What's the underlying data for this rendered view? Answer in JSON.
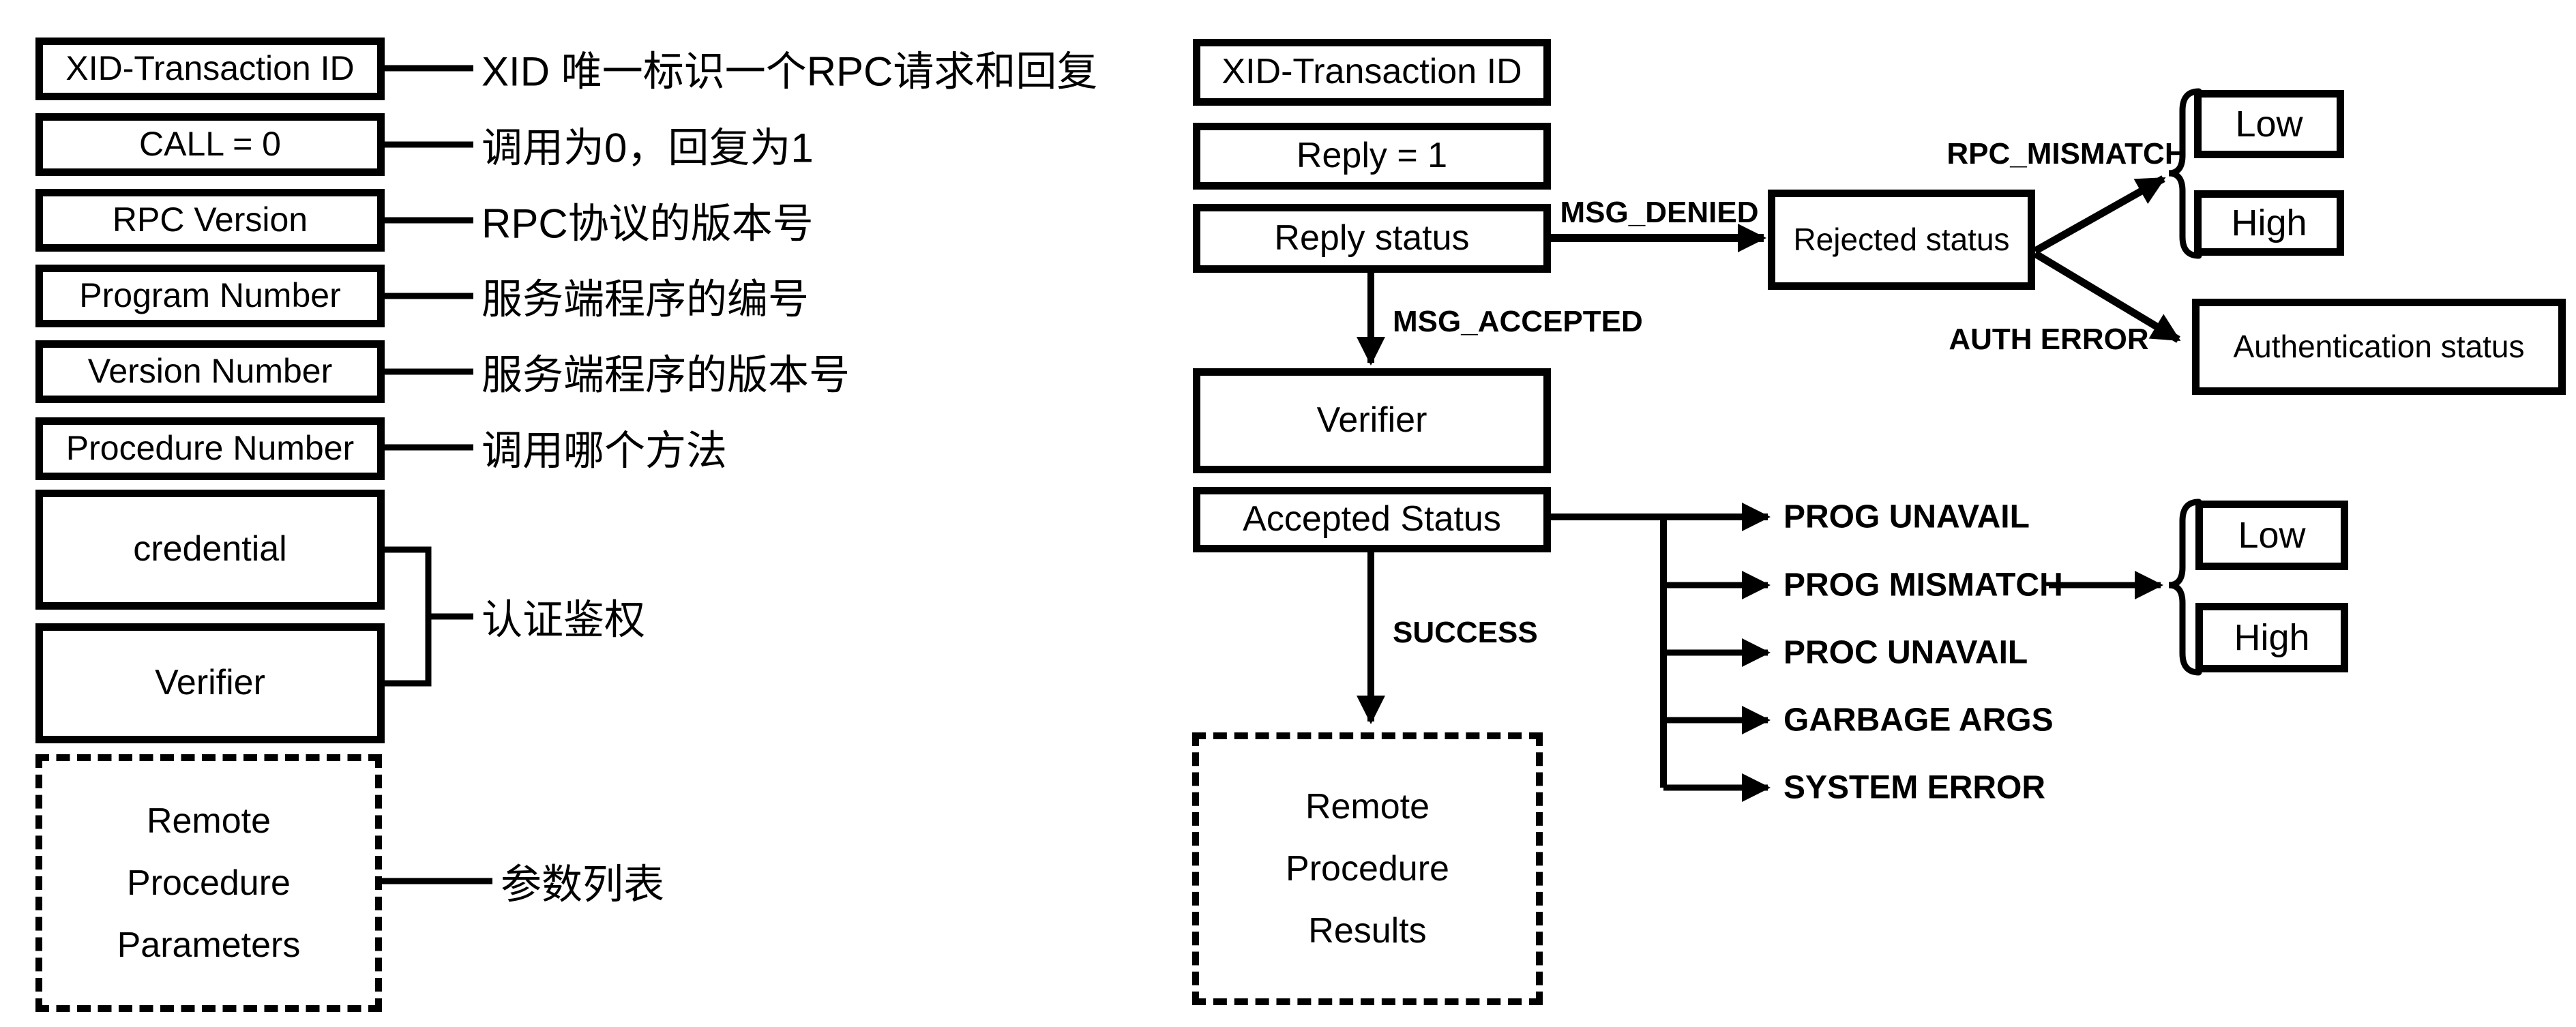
{
  "call_message": {
    "fields": [
      {
        "label": "XID-Transaction ID",
        "annotation": "XID 唯一标识一个RPC请求和回复"
      },
      {
        "label": "CALL = 0",
        "annotation": "调用为0，回复为1"
      },
      {
        "label": "RPC Version",
        "annotation": "RPC协议的版本号"
      },
      {
        "label": "Program Number",
        "annotation": "服务端程序的编号"
      },
      {
        "label": "Version Number",
        "annotation": "服务端程序的版本号"
      },
      {
        "label": "Procedure Number",
        "annotation": "调用哪个方法"
      }
    ],
    "credential": "credential",
    "verifier": "Verifier",
    "auth_annotation": "认证鉴权",
    "parameters": "Remote\nProcedure\nParameters",
    "parameters_annotation": "参数列表"
  },
  "reply_message": {
    "xid": "XID-Transaction ID",
    "reply": "Reply = 1",
    "reply_status": "Reply status",
    "verifier": "Verifier",
    "accepted_status": "Accepted Status",
    "results": "Remote\nProcedure\nResults",
    "rejected_status": "Rejected status",
    "authentication_status": "Authentication status",
    "rpc_mismatch_low": "Low",
    "rpc_mismatch_high": "High",
    "prog_mismatch_low": "Low",
    "prog_mismatch_high": "High"
  },
  "edges": {
    "msg_denied": "MSG_DENIED",
    "msg_accepted": "MSG_ACCEPTED",
    "rpc_mismatch": "RPC_MISMATCH",
    "auth_error": "AUTH ERROR",
    "success": "SUCCESS",
    "accepted_errors": [
      "PROG UNAVAIL",
      "PROG MISMATCH",
      "PROC UNAVAIL",
      "GARBAGE ARGS",
      "SYSTEM ERROR"
    ]
  },
  "colors": {
    "ink": "#000000",
    "paper": "#ffffff"
  }
}
